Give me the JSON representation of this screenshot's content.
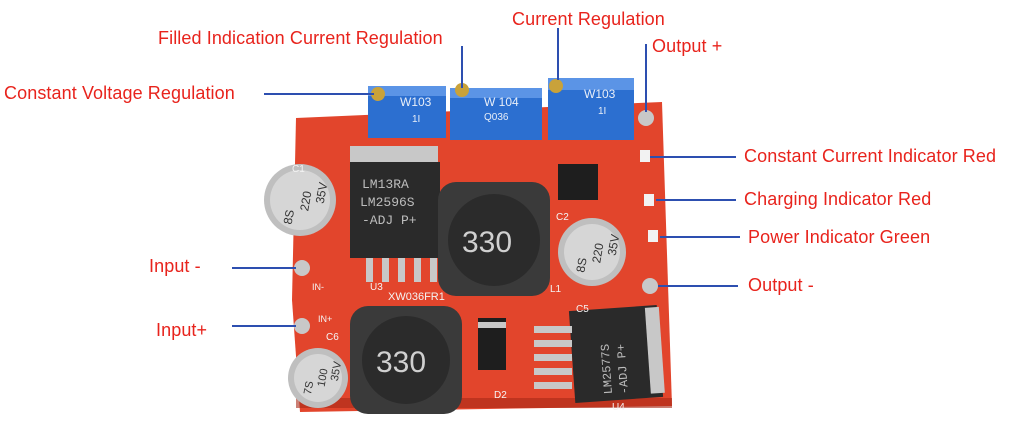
{
  "annotations": {
    "filled_indication_current_regulation": "Filled Indication Current Regulation",
    "current_regulation": "Current Regulation",
    "output_plus": "Output +",
    "constant_voltage_regulation": "Constant Voltage Regulation",
    "constant_current_indicator_red": "Constant Current Indicator Red",
    "charging_indicator_red": "Charging Indicator Red",
    "power_indicator_green": "Power Indicator Green",
    "input_minus": "Input -",
    "output_minus": "Output -",
    "input_plus": "Input+"
  },
  "board_markings": {
    "pot_1": "W103",
    "pot_1_sub": "1I",
    "pot_2": "W 104",
    "pot_2_sub": "Q036",
    "pot_3": "W103",
    "pot_3_sub": "1I",
    "ic_upper_line1": "LM13RA",
    "ic_upper_line2": "LM2596S",
    "ic_upper_line3": "-ADJ P+",
    "inductor_upper": "330",
    "inductor_lower": "330",
    "cap_left_line1": "8S",
    "cap_left_line2": "220",
    "cap_left_line3": "35V",
    "cap_right_line1": "8S",
    "cap_right_line2": "220",
    "cap_right_line3": "35V",
    "cap_small_line1": "7S",
    "cap_small_line2": "100",
    "cap_small_line3": "35V",
    "board_id": "XW036FR1",
    "ic_lower_line1": "LM2577S",
    "ic_lower_line2": "-ADJ P+",
    "silk_u3": "U3",
    "silk_u4": "U4",
    "silk_l1": "L1",
    "silk_c1": "C1",
    "silk_c2": "C2",
    "silk_c5": "C5",
    "silk_c6": "C6",
    "silk_d2": "D2",
    "silk_in_minus": "IN-",
    "silk_in_plus": "IN+"
  },
  "colors": {
    "label_red": "#e8231c",
    "pointer_blue": "#2d4fb0",
    "pcb_red": "#e2452c",
    "pot_blue": "#2c6fd0"
  }
}
